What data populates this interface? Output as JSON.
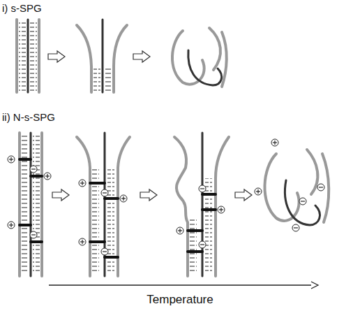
{
  "diagram": {
    "labels": [
      "i) s-SPG",
      "ii) N-s-SPG",
      "Temperature"
    ]
  }
}
